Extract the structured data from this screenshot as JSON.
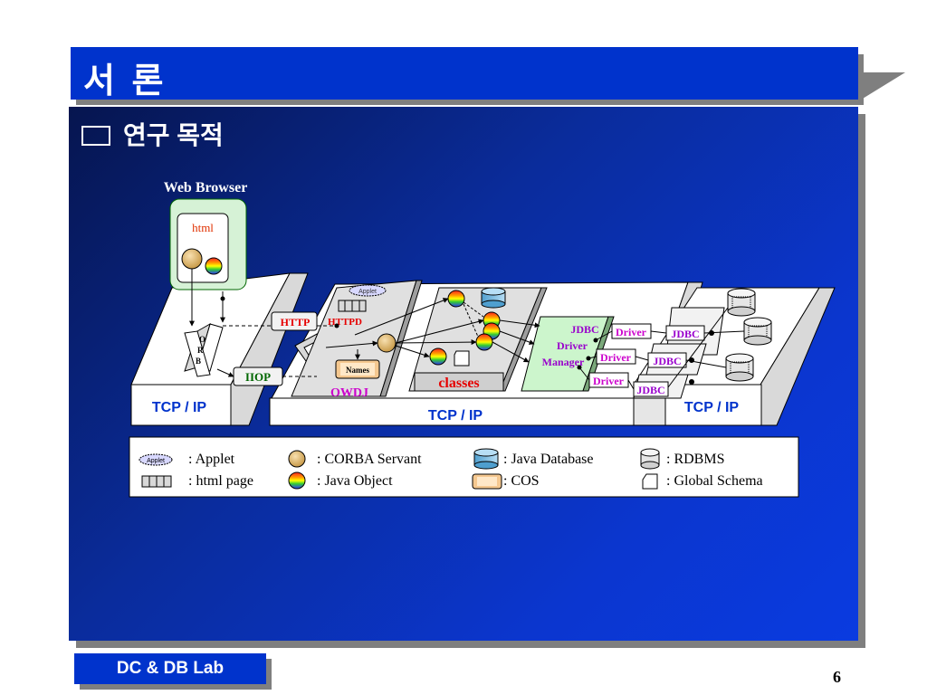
{
  "slide": {
    "title": "서 론",
    "heading": "연구 목적",
    "footer_lab": "DC & DB Lab",
    "page_number": "6"
  },
  "colors": {
    "title_bar": "#0033cc",
    "panel_dark": "#06154f",
    "panel_light": "#0a3be0",
    "accent_red": "#e60000",
    "accent_magenta": "#cc00cc",
    "accent_green": "#006600"
  },
  "diagram": {
    "web_browser": "Web Browser",
    "html": "html",
    "orb": [
      "O",
      "R",
      "B"
    ],
    "http": "HTTP",
    "httpd": "HTTPD",
    "iiop": "IIOP",
    "owdj": "OWDJ",
    "names": "Names",
    "classes": "classes",
    "applet": "Applet",
    "jdbc_driver_manager": [
      "JDBC",
      "Driver",
      "Manager"
    ],
    "driver": "Driver",
    "jdbc": "JDBC",
    "tcp_ip": "TCP / IP"
  },
  "legend": {
    "applet": ": Applet",
    "html_page": ": html page",
    "corba_servant": ": CORBA Servant",
    "java_object": ": Java Object",
    "java_database": ": Java Database",
    "cos": ": COS",
    "rdbms": ": RDBMS",
    "global_schema": ": Global Schema"
  }
}
